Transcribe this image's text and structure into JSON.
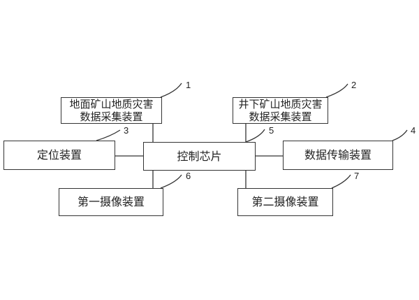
{
  "boxes": {
    "surface": "地面矿山地质灾害\n数据采集装置",
    "underground": "井下矿山地质灾害\n数据采集装置",
    "positioning": "定位装置",
    "chip": "控制芯片",
    "transmission": "数据传输装置",
    "camera1": "第一摄像装置",
    "camera2": "第二摄像装置"
  },
  "labels": {
    "surface": "1",
    "underground": "2",
    "positioning": "3",
    "transmission": "4",
    "chip": "5",
    "camera1": "6",
    "camera2": "7"
  }
}
